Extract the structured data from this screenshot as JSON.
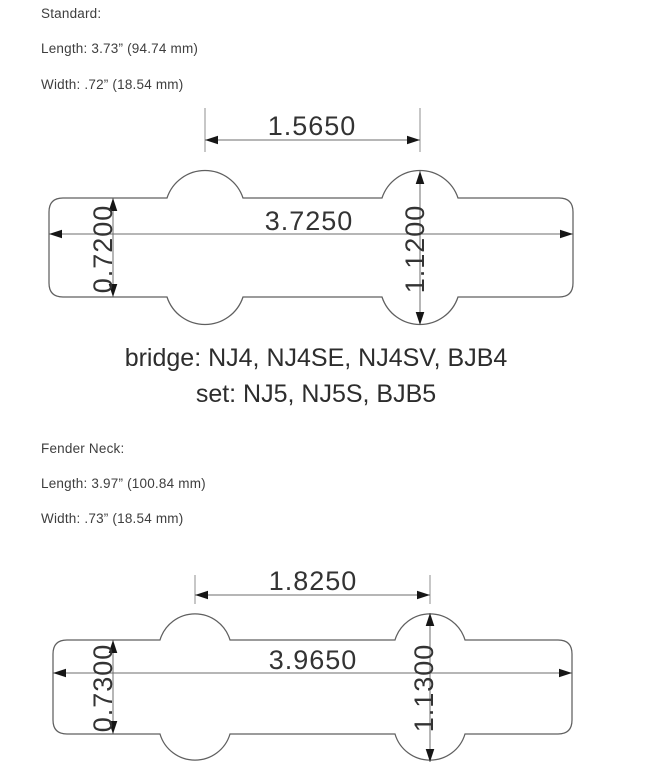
{
  "specs_standard": {
    "heading": "Standard:",
    "length": "Length: 3.73” (94.74 mm)",
    "width": "Width: .72” (18.54 mm)"
  },
  "diagram_standard": {
    "tab_spacing": "1.5650",
    "length": "3.7250",
    "body_width": "0.7200",
    "overall_width": "1.1200",
    "caption_bridge": "bridge: NJ4, NJ4SE, NJ4SV, BJB4",
    "caption_set": "set: NJ5, NJ5S, BJB5"
  },
  "specs_fender_neck": {
    "heading": "Fender Neck:",
    "length": "Length: 3.97” (100.84 mm)",
    "width": "Width: .73” (18.54 mm)"
  },
  "diagram_fender_neck": {
    "tab_spacing": "1.8250",
    "length": "3.9650",
    "body_width": "0.7300",
    "overall_width": "1.1300"
  },
  "colors": {
    "background": "#ffffff",
    "outline": "#5f5f5f",
    "dimension_text": "#333333",
    "body_text": "#3e3e3e"
  }
}
